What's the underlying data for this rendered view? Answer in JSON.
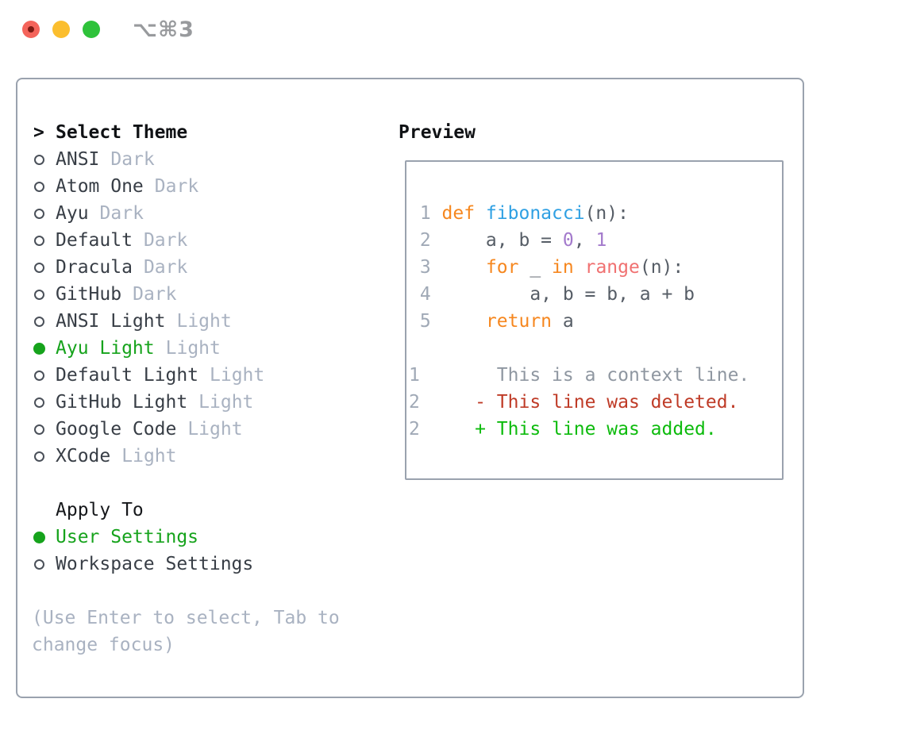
{
  "window": {
    "title": "⌥⌘3"
  },
  "theme_picker": {
    "header_marker": ">",
    "header": "Select Theme",
    "items": [
      {
        "name": "ANSI",
        "variant": "Dark",
        "selected": false
      },
      {
        "name": "Atom One",
        "variant": "Dark",
        "selected": false
      },
      {
        "name": "Ayu",
        "variant": "Dark",
        "selected": false
      },
      {
        "name": "Default",
        "variant": "Dark",
        "selected": false
      },
      {
        "name": "Dracula",
        "variant": "Dark",
        "selected": false
      },
      {
        "name": "GitHub",
        "variant": "Dark",
        "selected": false
      },
      {
        "name": "ANSI Light",
        "variant": "Light",
        "selected": false
      },
      {
        "name": "Ayu Light",
        "variant": "Light",
        "selected": true
      },
      {
        "name": "Default Light",
        "variant": "Light",
        "selected": false
      },
      {
        "name": "GitHub Light",
        "variant": "Light",
        "selected": false
      },
      {
        "name": "Google Code",
        "variant": "Light",
        "selected": false
      },
      {
        "name": "XCode",
        "variant": "Light",
        "selected": false
      }
    ]
  },
  "apply_to": {
    "header": "Apply To",
    "options": [
      {
        "label": "User Settings",
        "selected": true
      },
      {
        "label": "Workspace Settings",
        "selected": false
      }
    ]
  },
  "hint_lines": [
    "(Use Enter to select, Tab to",
    "change focus)"
  ],
  "preview": {
    "header": "Preview",
    "code_lines": [
      {
        "num": "1",
        "tokens": [
          {
            "text": "def ",
            "style": "keyword"
          },
          {
            "text": "fibonacci",
            "style": "function"
          },
          {
            "text": "(n):",
            "style": "plain"
          }
        ]
      },
      {
        "num": "2",
        "tokens": [
          {
            "text": "    a, b = ",
            "style": "plain"
          },
          {
            "text": "0",
            "style": "number"
          },
          {
            "text": ", ",
            "style": "plain"
          },
          {
            "text": "1",
            "style": "number"
          }
        ]
      },
      {
        "num": "3",
        "tokens": [
          {
            "text": "    ",
            "style": "plain"
          },
          {
            "text": "for",
            "style": "keyword"
          },
          {
            "text": " _ ",
            "style": "plain"
          },
          {
            "text": "in",
            "style": "keyword"
          },
          {
            "text": " ",
            "style": "plain"
          },
          {
            "text": "range",
            "style": "call"
          },
          {
            "text": "(n):",
            "style": "plain"
          }
        ]
      },
      {
        "num": "4",
        "tokens": [
          {
            "text": "        a, b = b, a + b",
            "style": "plain"
          }
        ]
      },
      {
        "num": "5",
        "tokens": [
          {
            "text": "    ",
            "style": "plain"
          },
          {
            "text": "return",
            "style": "keyword"
          },
          {
            "text": " a",
            "style": "plain"
          }
        ]
      }
    ],
    "diff_lines": [
      {
        "num": "1",
        "marker": " ",
        "text": "This is a context line.",
        "type": "context"
      },
      {
        "num": "2",
        "marker": "-",
        "text": "This line was deleted.",
        "type": "deleted"
      },
      {
        "num": "2",
        "marker": "+",
        "text": "This line was added.",
        "type": "added"
      }
    ]
  },
  "colors": {
    "keyword": "#f6871f",
    "function": "#2fa0e3",
    "call": "#f07171",
    "number": "#a37acc",
    "plain": "#565d66",
    "line_number": "#a0a9b6",
    "context": "#8f97a1",
    "deleted": "#bf3b27",
    "added": "#0dbb0d",
    "selected_green": "#16a31c",
    "item_text": "#383e46",
    "muted": "#a9b2c1",
    "accent_border": "#9aa2ae",
    "traffic_close": "#f4645b",
    "traffic_close_dot": "#7d1a13",
    "traffic_min": "#fbbe2e",
    "traffic_zoom": "#2ec23a"
  }
}
